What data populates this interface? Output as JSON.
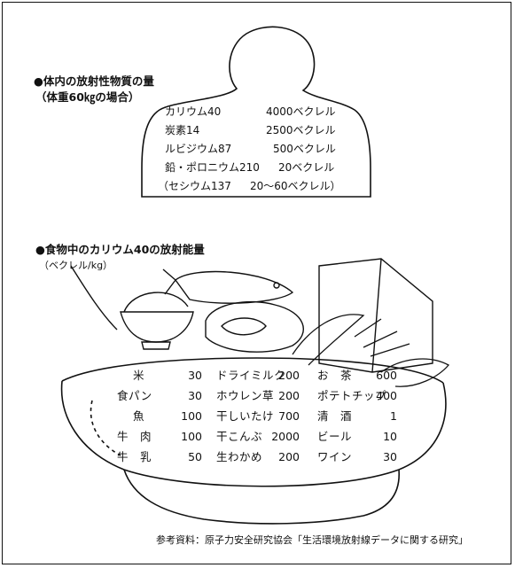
{
  "body_section": {
    "title": "●体内の放射性物質の量",
    "subtitle": "（体重60㎏の場合）",
    "rows": [
      {
        "name": "カリウム40",
        "value": "4000ベクレル"
      },
      {
        "name": "炭素14",
        "value": "2500ベクレル"
      },
      {
        "name": "ルビジウム87",
        "value": "500ベクレル"
      },
      {
        "name": "鉛・ポロニウム210",
        "value": "20ベクレル"
      },
      {
        "name": "（セシウム137",
        "value": "20〜60ベクレル）"
      }
    ]
  },
  "food_section": {
    "title": "●食物中のカリウム40の放射能量",
    "subtitle": "（ベクレル/kg）",
    "columns": [
      [
        {
          "name": "米",
          "value": "30"
        },
        {
          "name": "食パン",
          "value": "30"
        },
        {
          "name": "魚",
          "value": "100"
        },
        {
          "name": "牛　肉",
          "value": "100"
        },
        {
          "name": "牛　乳",
          "value": "50"
        }
      ],
      [
        {
          "name": "ドライミルク",
          "value": "200"
        },
        {
          "name": "ホウレン草",
          "value": "200"
        },
        {
          "name": "干しいたけ",
          "value": "700"
        },
        {
          "name": "干こんぶ",
          "value": "2000"
        },
        {
          "name": "生わかめ",
          "value": "200"
        }
      ],
      [
        {
          "name": "お　茶",
          "value": "600"
        },
        {
          "name": "ポテトチップ",
          "value": "400"
        },
        {
          "name": "清　酒",
          "value": "1"
        },
        {
          "name": "ビール",
          "value": "10"
        },
        {
          "name": "ワイン",
          "value": "30"
        }
      ]
    ]
  },
  "source": "参考資料：原子力安全研究協会「生活環境放射線データに関する研究」"
}
